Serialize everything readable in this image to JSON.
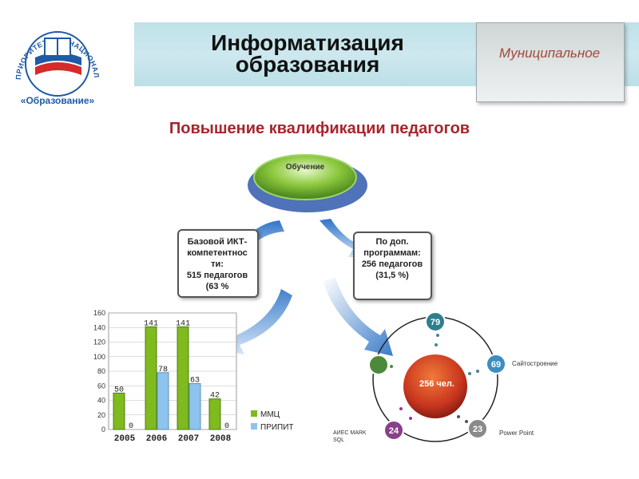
{
  "header": {
    "logo_arc_text": "ПРИОРИТЕТНЫЕ НАЦИОНАЛЬНЫЕ ПРОЕКТЫ",
    "logo_caption": "«Образование»",
    "title_line1": "Информатизация",
    "title_line2": "образования",
    "municipal": "Муниципальное"
  },
  "subtitle": "Повышение квалификации педагогов",
  "diagram": {
    "top_node": "Обучение",
    "left_box": [
      "Базовой ИКТ-",
      "компетентнос",
      "ти:",
      "515 педагогов",
      "(63 %"
    ],
    "right_box": [
      "По доп.",
      "программам:",
      "256 педагогов",
      "(31,5 %)"
    ]
  },
  "chart_data": {
    "type": "bar",
    "categories": [
      "2005",
      "2006",
      "2007",
      "2008"
    ],
    "series": [
      {
        "name": "ММЦ",
        "values": [
          50,
          141,
          141,
          42
        ],
        "color": "#7fba1e"
      },
      {
        "name": "ПРИПИТ",
        "values": [
          0,
          78,
          63,
          0
        ],
        "color": "#8ec3ee"
      }
    ],
    "yticks": [
      0,
      20,
      40,
      60,
      80,
      100,
      120,
      140,
      160
    ],
    "ylim": [
      0,
      160
    ],
    "grid": true,
    "legend": "right"
  },
  "cycle": {
    "center": "256 чел.",
    "nodes": [
      {
        "value": "79",
        "label": "",
        "color": "#2e7f8e"
      },
      {
        "value": "69",
        "label": "Сайтостроение",
        "color": "#3d8dc0"
      },
      {
        "value": "23",
        "label": "Power Point",
        "color": "#8a8a8a"
      },
      {
        "value": "24",
        "label": "АИЕС MARK SQL",
        "color": "#8a3f8a"
      },
      {
        "value": "",
        "label": "",
        "color": "#4b8a3a"
      }
    ]
  }
}
